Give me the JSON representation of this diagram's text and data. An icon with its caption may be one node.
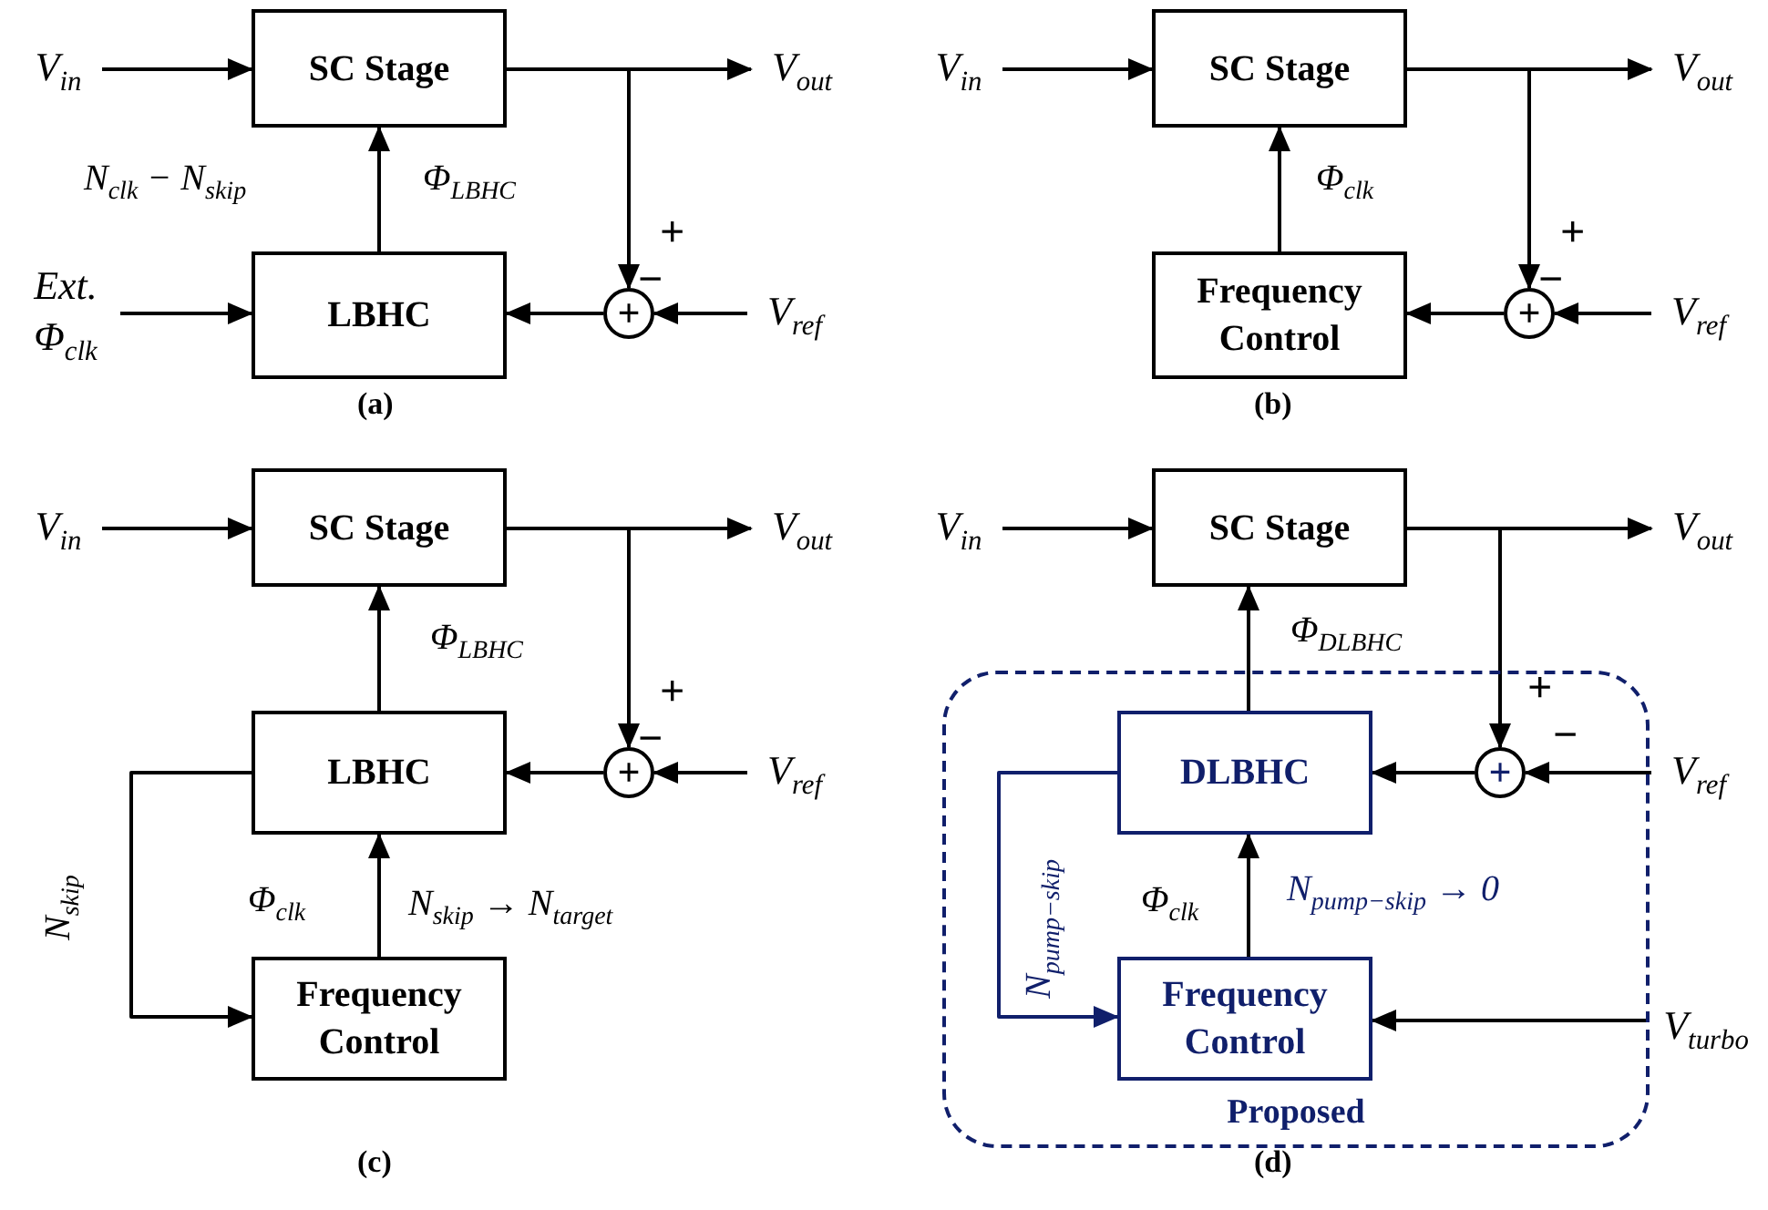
{
  "diagram": {
    "nodes": [
      {
        "text": [
          "V$_{in}$"
        ]
      },
      {
        "text": [
          "SC Stage"
        ]
      },
      {
        "text": [
          "V$_{out}$"
        ]
      },
      {
        "text": [
          "LBHC"
        ]
      },
      {
        "text": [
          "+"
        ]
      },
      {
        "text": [
          "V$_{ref}$"
        ]
      },
      {
        "text": [
          "Ext. Φ$_{clk}$"
        ]
      },
      {
        "text": [
          "V$_{in}$"
        ]
      },
      {
        "text": [
          "SC Stage"
        ]
      },
      {
        "text": [
          "V$_{out}$"
        ]
      },
      {
        "text": [
          "Frequency Control"
        ]
      },
      {
        "text": [
          "+"
        ]
      },
      {
        "text": [
          "V$_{ref}$"
        ]
      },
      {
        "text": [
          "V$_{in}$"
        ]
      },
      {
        "text": [
          "SC Stage"
        ]
      },
      {
        "text": [
          "V$_{out}$"
        ]
      },
      {
        "text": [
          "LBHC"
        ]
      },
      {
        "text": [
          "+"
        ]
      },
      {
        "text": [
          "V$_{ref}$"
        ]
      },
      {
        "text": [
          "Frequency Control"
        ]
      },
      {
        "text": [
          "V$_{in}$"
        ]
      },
      {
        "text": [
          "SC Stage"
        ]
      },
      {
        "text": [
          "V$_{out}$"
        ]
      },
      {
        "text": [
          "Proposed"
        ]
      },
      {
        "text": [
          "DLBHC"
        ],
        "in": 23
      },
      {
        "text": [
          "+"
        ],
        "in": 23
      },
      {
        "text": [
          "V$_{ref}$"
        ]
      },
      {
        "text": [
          "Frequency Control"
        ],
        "in": 23
      },
      {
        "text": [
          "V$_{turbo}$"
        ]
      }
    ],
    "edges": [
      {
        "from": 0,
        "to": 1,
        "arrow": "to"
      },
      {
        "from": 1,
        "to": 2,
        "arrow": "to"
      },
      {
        "from": 1,
        "to": 4,
        "arrow": "to"
      },
      {
        "from": 4,
        "to": 3,
        "arrow": "to"
      },
      {
        "from": 5,
        "to": 4,
        "arrow": "to"
      },
      {
        "from": 6,
        "to": 3,
        "arrow": "to"
      },
      {
        "from": 3,
        "to": 1,
        "arrow": "to",
        "label": "Φ$_{LBHC}$"
      },
      {
        "from": 7,
        "to": 8,
        "arrow": "to"
      },
      {
        "from": 8,
        "to": 9,
        "arrow": "to"
      },
      {
        "from": 8,
        "to": 11,
        "arrow": "to"
      },
      {
        "from": 11,
        "to": 10,
        "arrow": "to"
      },
      {
        "from": 12,
        "to": 11,
        "arrow": "to"
      },
      {
        "from": 10,
        "to": 8,
        "arrow": "to",
        "label": "Φ$_{clk}$"
      },
      {
        "from": 13,
        "to": 14,
        "arrow": "to"
      },
      {
        "from": 14,
        "to": 15,
        "arrow": "to"
      },
      {
        "from": 14,
        "to": 17,
        "arrow": "to"
      },
      {
        "from": 17,
        "to": 16,
        "arrow": "to"
      },
      {
        "from": 18,
        "to": 17,
        "arrow": "to"
      },
      {
        "from": 16,
        "to": 14,
        "arrow": "to",
        "label": "Φ$_{LBHC}$"
      },
      {
        "from": 19,
        "to": 16,
        "arrow": "to",
        "label": "Φ$_{clk}$"
      },
      {
        "from": 16,
        "to": 19,
        "arrow": "to",
        "label": "N$_{skip}$"
      },
      {
        "from": 20,
        "to": 21,
        "arrow": "to"
      },
      {
        "from": 21,
        "to": 22,
        "arrow": "to"
      },
      {
        "from": 21,
        "to": 25,
        "arrow": "to"
      },
      {
        "from": 25,
        "to": 24,
        "arrow": "to"
      },
      {
        "from": 26,
        "to": 25,
        "arrow": "to"
      },
      {
        "from": 24,
        "to": 21,
        "arrow": "to",
        "label": "Φ$_{DLBHC}$"
      },
      {
        "from": 27,
        "to": 24,
        "arrow": "to",
        "label": "Φ$_{clk}$"
      },
      {
        "from": 24,
        "to": 27,
        "arrow": "to",
        "label": "N$_{pump−skip}$",
        "color": "#101f6b"
      },
      {
        "from": 28,
        "to": 27,
        "arrow": "to"
      }
    ],
    "labels": [
      "N$_{clk}$ − N$_{skip}$",
      "+",
      "−",
      "(a)",
      "+",
      "−",
      "(b)",
      "+",
      "−",
      "N$_{skip}$ → N$_{target}$",
      "(c)",
      "+",
      "−",
      "N$_{pump−skip}$ → 0",
      "(d)"
    ]
  }
}
